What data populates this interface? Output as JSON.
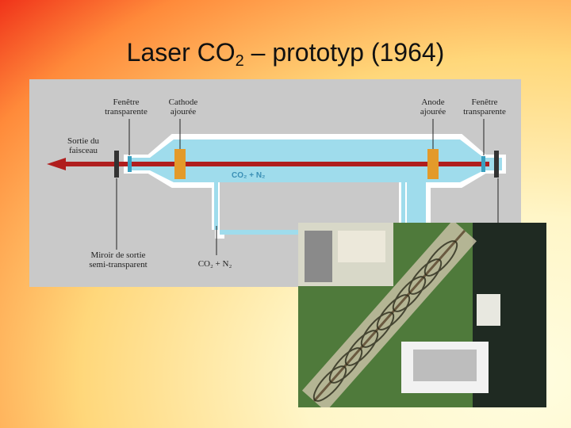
{
  "slide": {
    "title_main": "Laser  CO",
    "title_sub": "2",
    "title_rest": " – prototyp (1964)"
  },
  "diagram": {
    "labels": {
      "left_window_1": "Fenêtre",
      "left_window_2": "transparente",
      "cathode_1": "Cathode",
      "cathode_2": "ajourée",
      "anode_1": "Anode",
      "anode_2": "ajourée",
      "right_window_1": "Fenêtre",
      "right_window_2": "transparente",
      "beam_out_1": "Sortie du",
      "beam_out_2": "faisceau",
      "gas_in_tube": "CO₂ + N₂",
      "mirror_1": "Miroir de sortie",
      "mirror_2": "semi-transparent",
      "gas_inlet": "CO₂ + N₂"
    },
    "colors": {
      "tube": "#9fdcec",
      "beam": "#b01e1e",
      "electrode": "#e39a2a",
      "mirror": "#333333"
    }
  },
  "photo": {
    "description_icon": "laser-prototype-photo"
  }
}
